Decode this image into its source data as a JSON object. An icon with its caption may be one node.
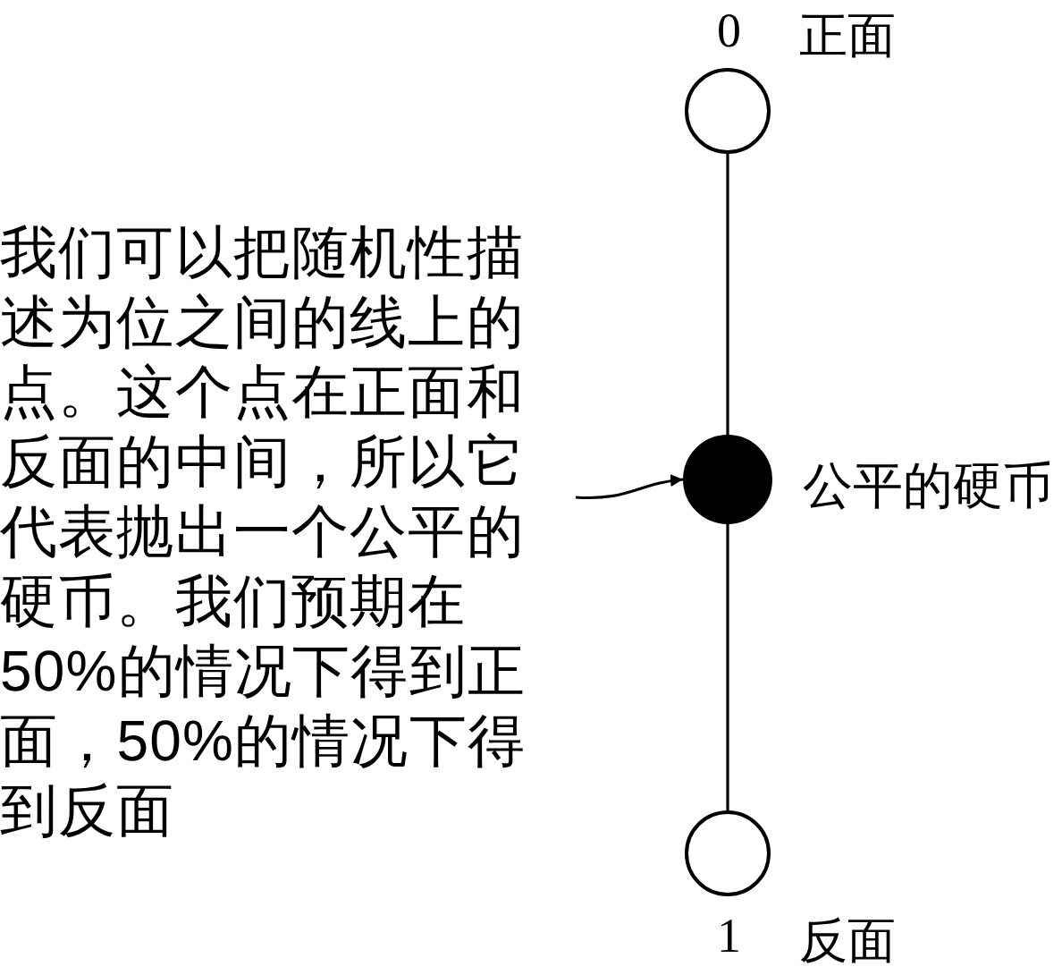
{
  "diagram": {
    "nodes": [
      {
        "text": [
          "我们可以把随机性描述为位之间的线上的点。这个点在正面和反面的中间，所以它代表抛出一个公平的硬币。我们预期在50%的情况下得到正面，50%的情况下得到反面"
        ]
      },
      {
        "text": [],
        "shape": "circle",
        "beside": [
          "0",
          "正面"
        ]
      },
      {
        "text": [],
        "shape": "circle",
        "beside": [
          "公平的硬币"
        ]
      },
      {
        "text": [],
        "shape": "circle",
        "beside": [
          "1",
          "反面"
        ]
      }
    ],
    "edges": [
      {
        "from": 1,
        "to": 2,
        "arrow": "none"
      },
      {
        "from": 2,
        "to": 3,
        "arrow": "none"
      },
      {
        "from": 0,
        "to": 2,
        "arrow": "to"
      }
    ]
  }
}
